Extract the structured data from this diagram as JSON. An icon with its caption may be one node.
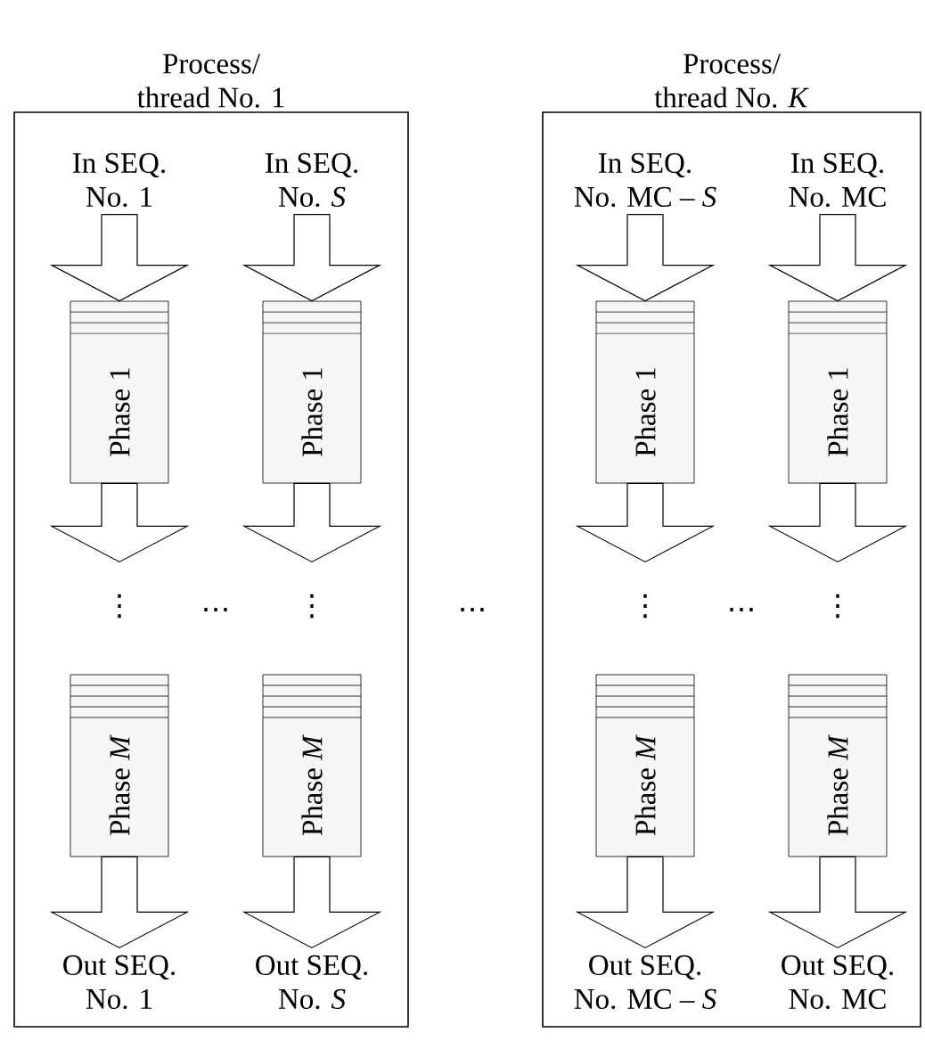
{
  "diagram": {
    "nodes": [
      {
        "text": [
          "Process/ thread No. 1"
        ]
      },
      {
        "text": [
          "In SEQ. No. 1"
        ],
        "in": 0
      },
      {
        "text": [
          "In SEQ. No. *S*"
        ],
        "in": 0
      },
      {
        "text": [
          "Phase 1"
        ],
        "in": 0
      },
      {
        "text": [
          "Phase 1"
        ],
        "in": 0
      },
      {
        "text": [
          "Phase *M*"
        ],
        "in": 0
      },
      {
        "text": [
          "Phase *M*"
        ],
        "in": 0
      },
      {
        "text": [
          "Out SEQ. No. 1"
        ],
        "in": 0
      },
      {
        "text": [
          "Out SEQ. No. *S*"
        ],
        "in": 0
      },
      {
        "text": [
          "Process/ thread No. *K*"
        ]
      },
      {
        "text": [
          "In SEQ. No. MC – *S*"
        ],
        "in": 9
      },
      {
        "text": [
          "In SEQ. No. MC"
        ],
        "in": 9
      },
      {
        "text": [
          "Phase 1"
        ],
        "in": 9
      },
      {
        "text": [
          "Phase 1"
        ],
        "in": 9
      },
      {
        "text": [
          "Phase *M*"
        ],
        "in": 9
      },
      {
        "text": [
          "Phase *M*"
        ],
        "in": 9
      },
      {
        "text": [
          "Out SEQ. No. MC – *S*"
        ],
        "in": 9
      },
      {
        "text": [
          "Out SEQ. No. MC"
        ],
        "in": 9
      }
    ],
    "edges": [
      {
        "from": 1,
        "to": 3,
        "arrow": "to"
      },
      {
        "from": 2,
        "to": 4,
        "arrow": "to"
      },
      {
        "from": 3,
        "to": null,
        "arrow": "to"
      },
      {
        "from": 4,
        "to": null,
        "arrow": "to"
      },
      {
        "from": 5,
        "to": 7,
        "arrow": "to"
      },
      {
        "from": 6,
        "to": 8,
        "arrow": "to"
      },
      {
        "from": 10,
        "to": 12,
        "arrow": "to"
      },
      {
        "from": 11,
        "to": 13,
        "arrow": "to"
      },
      {
        "from": 12,
        "to": null,
        "arrow": "to"
      },
      {
        "from": 13,
        "to": null,
        "arrow": "to"
      },
      {
        "from": 14,
        "to": 16,
        "arrow": "to"
      },
      {
        "from": 15,
        "to": 17,
        "arrow": "to"
      }
    ],
    "labels": [
      "⋮",
      "…",
      "⋮",
      "…",
      "⋮",
      "…",
      "⋮"
    ]
  }
}
